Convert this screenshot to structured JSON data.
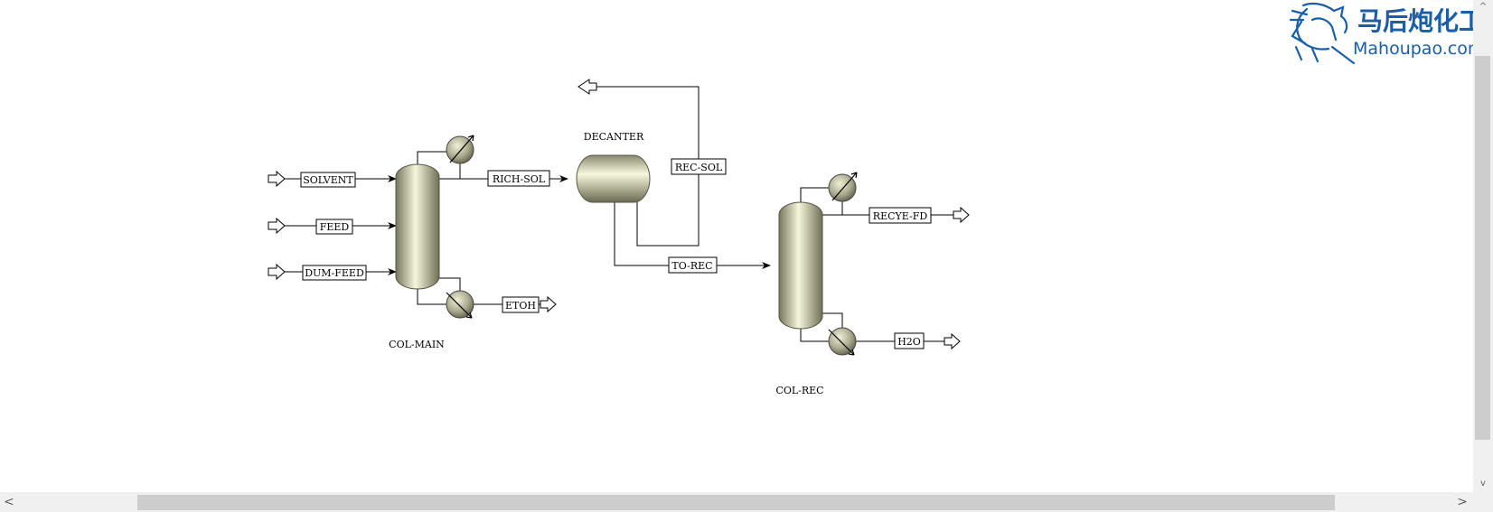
{
  "logo": {
    "chinese": "马后炮化工",
    "site": "Mahoupao.com"
  },
  "streams": {
    "solvent": "SOLVENT",
    "feed": "FEED",
    "dum_feed": "DUM-FEED",
    "rich_sol": "RICH-SOL",
    "etoh": "ETOH",
    "rec_sol": "REC-SOL",
    "to_rec": "TO-REC",
    "recye_fd": "RECYE-FD",
    "h2o": "H2O"
  },
  "blocks": {
    "col_main": "COL-MAIN",
    "decanter": "DECANTER",
    "col_rec": "COL-REC"
  },
  "colors": {
    "vessel_light": "#f4f4d8",
    "vessel_dark": "#6f6f55",
    "logo": "#1a5ea8"
  },
  "scrollbars": {
    "left_arrow": "<",
    "right_arrow": ">",
    "up_arrow": "^",
    "down_arrow": "v"
  }
}
